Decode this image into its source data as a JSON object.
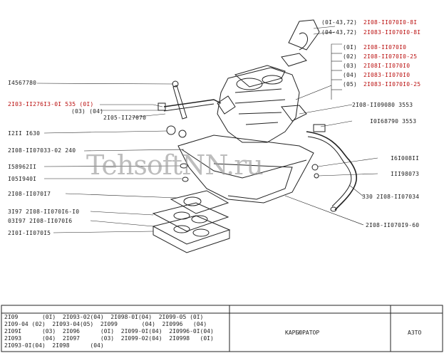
{
  "watermark": "TehsoftNN.ru",
  "labels": {
    "top_right_1": "(0I-43,72)",
    "top_right_1_pn": "2I08-II070I0-8I",
    "top_right_2": "(04-43,72)",
    "top_right_2_pn": "2I083-II070I0-8I",
    "r01": "(0I)",
    "r01_pn": "2I08-II070I0",
    "r02": "(02)",
    "r02_pn": "2I08-II070I0-25",
    "r03": "(03)",
    "r03_pn": "2I08I-II070I0",
    "r04": "(04)",
    "r04_pn": "2I083-II070I0",
    "r05": "(05)",
    "r05_pn": "2I083-II070I0-25",
    "l_1456": "I4567780",
    "l_2103": "2I03-II276I3-0I 535 (0I)",
    "l_2103b": "(03) (04)",
    "l_2105": "2I05-II27070",
    "l_1211": "I2II I630",
    "l_2108_240": "2I08-II07033-02 240",
    "l_1589": "I58962II",
    "l_1051": "I05I940I",
    "l_2108_17": "2I08-II070I7",
    "l_3197a": "3I97 2I08-II070I6-I0",
    "l_3197b": "03I97 2I08-II070I6",
    "l_2101": "2I0I-II070I5",
    "r_2108_3553": "2I08-II09080 3553",
    "r_1016": "I0I68790 3553",
    "r_1610": "I6I008II",
    "r_1119": "III98073",
    "r_330": "330 2I08-II07034",
    "r_2108_60": "2I08-II070I9-60"
  },
  "title_block": {
    "models": [
      "2I09       (0I)  2I093-02(04)  2I098-0I(04)  2I099-05 (0I)",
      "2I09-04 (02)  2I093-04(05)  2I099       (04)  2I0996   (04)",
      "2I09I      (03)  2I096      (0I)  2I099-0I(04)  2I0996-0I(04)",
      "2I093      (04)  2I097      (03)  2I099-02(04)  2I0998   (0I)",
      "2I093-0I(04)  2I098      (04)"
    ],
    "title": "КАРБЮРАТОР",
    "code": "А3ТО"
  }
}
